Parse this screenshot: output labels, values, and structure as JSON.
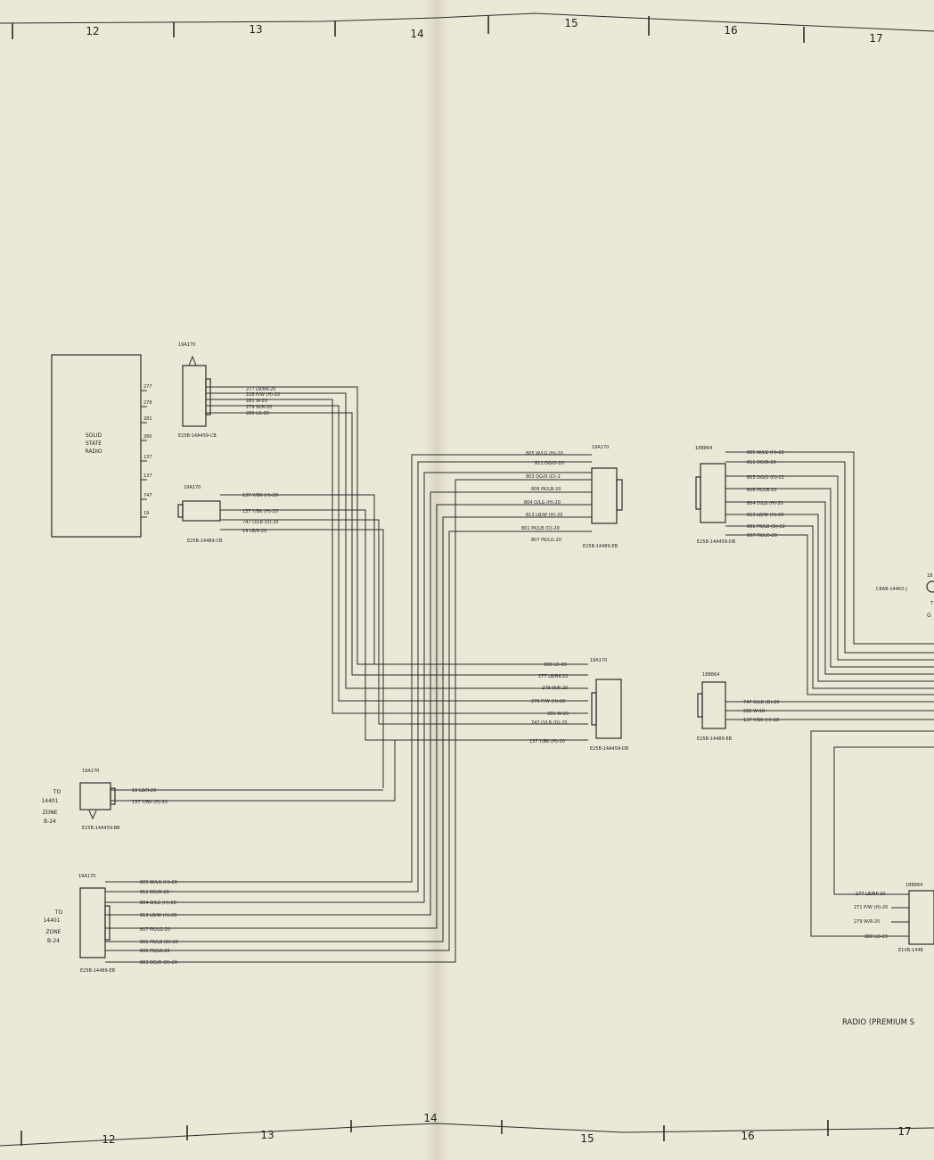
{
  "zone_numbers": [
    "12",
    "13",
    "14",
    "15",
    "16",
    "17"
  ],
  "radio": {
    "label_lines": [
      "SOLID",
      "STATE",
      "RADIO"
    ],
    "pins": [
      "277",
      "278",
      "281",
      "280",
      "137",
      "137",
      "747",
      "19"
    ]
  },
  "connectors": {
    "c1": {
      "label": "19A170",
      "part": "E25B-14A459-CB",
      "wires": [
        "277 LB/BK-20",
        "228 P/W (H)-20",
        "281 W-20",
        "279 W/R-20",
        "280 LG-20"
      ]
    },
    "c2": {
      "label": "19A170",
      "part": "E25B-14489-CB",
      "wires": [
        "137 Y/BK (H)-20",
        "137 Y/BK (H)-20",
        "747 O/LB (D)-20",
        "19 LB/R-20"
      ]
    },
    "c3": {
      "label": "19A170",
      "part": "E25B-14489-EB",
      "wires": [
        "805 W/LG (H)-20",
        "811 DG/O-20",
        "803 DG/O (D)-2",
        "806 PK/LB-20",
        "804 O/LG (H)-20",
        "813 LB/W (H)-20",
        "801 PK/LB (D)-20",
        "807 PK/LG-20"
      ]
    },
    "c4": {
      "label": "18B864",
      "part": "E25B-14A459-DB",
      "wires": [
        "805 W/LG (H)-22",
        "811 DG/O-20",
        "803 DG/O (D)-22",
        "806 PK/LB-20",
        "804 O/LG (H)-20",
        "813 LB/W (H)-20",
        "801 PK/LB (D)-22",
        "807 PK/LG-20"
      ]
    },
    "c5": {
      "label": "19A170",
      "part": "E25B-14A459-DB",
      "wires": [
        "280 LG-20",
        "277 LB/BK-20",
        "279 W/R-20",
        "278 P/W (H)-20",
        "281 W-20",
        "747 O/LB (D)-20",
        "137 Y/BK (H)-20"
      ]
    },
    "c6": {
      "label": "18B864",
      "part": "E25B-14489-EB",
      "wires": [
        "747 O/LB (D)-20",
        "282 W-18",
        "137 Y/BK (H)-18"
      ]
    },
    "c7": {
      "label": "19A170",
      "part": "E25B-14A459-BB",
      "wires": [
        "19 LB/R-20",
        "137 Y/BK (H)-20"
      ],
      "note_lines": [
        "TO",
        "14401",
        "ZONE",
        "B-24"
      ]
    },
    "c8": {
      "label": "19A170",
      "part": "E25B-14489-EB",
      "wires": [
        "805 W/LG (H)-20",
        "811 DG/O-20",
        "804 O/LG (H)-20",
        "813 LB/W (H)-20",
        "807 PK/LG-20",
        "801 PK/LB (D)-20",
        "806 PK/LB-20",
        "803 DG/O (D)-20"
      ],
      "note_lines": [
        "TO",
        "14401",
        "ZONE",
        "B-24"
      ]
    },
    "c9": {
      "label": "18B864",
      "part": "E1VB-1448",
      "wires": [
        "277 LB/BK-20",
        "271 P/W (H)-20",
        "279 W/R-20",
        "280 LG-23"
      ]
    }
  },
  "side_labels": {
    "label_18": "18",
    "part_c8ab": "C8AB-14463-J",
    "g_letter": "G",
    "t_letter": "T"
  },
  "footer_caption": "RADIO (PREMIUM S"
}
